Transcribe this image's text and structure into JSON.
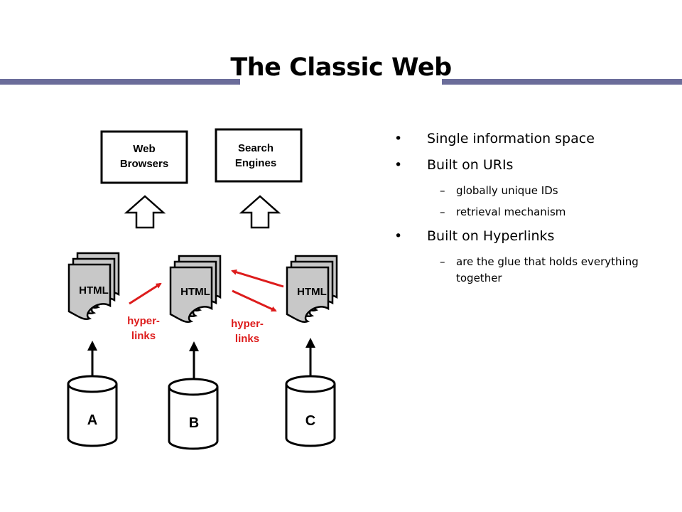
{
  "title": "The Classic Web",
  "bullets": [
    {
      "text": "Single information space",
      "sub": []
    },
    {
      "text": "Built on URIs",
      "sub": [
        "globally unique IDs",
        "retrieval mechanism"
      ]
    },
    {
      "text": "Built on Hyperlinks",
      "sub": [
        "are the glue that holds everything together"
      ]
    }
  ],
  "diagram": {
    "clients": [
      "Web\nBrowsers",
      "Search\nEngines"
    ],
    "documents": [
      "HTML",
      "HTML",
      "HTML"
    ],
    "hyperlink_labels": [
      "hyper-\nlinks",
      "hyper-\nlinks"
    ],
    "databases": [
      "A",
      "B",
      "C"
    ],
    "colors": {
      "accent_rule": "#6b6d9a",
      "hyperlink": "#dd1c1c",
      "document_fill": "#c8c8c8"
    }
  }
}
